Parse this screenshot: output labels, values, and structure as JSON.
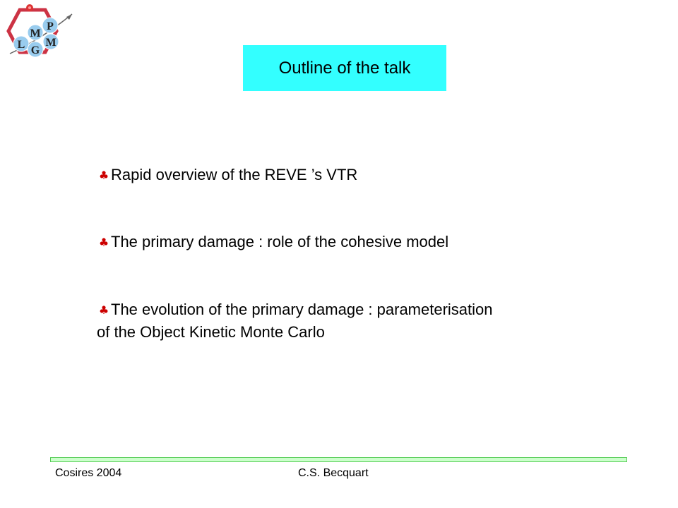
{
  "logo": {
    "letters": [
      "P",
      "M",
      "M",
      "L",
      "G"
    ],
    "icon": "lmgpm-logo"
  },
  "title": "Outline of the talk",
  "bullets": [
    {
      "glyph": "♣",
      "lines": [
        "Rapid overview of the REVE ’s VTR"
      ]
    },
    {
      "glyph": "♣",
      "lines": [
        "The primary damage : role of the cohesive model"
      ]
    },
    {
      "glyph": "♣",
      "lines": [
        "The evolution of the primary damage : parameterisation",
        "of the Object Kinetic Monte Carlo"
      ]
    }
  ],
  "footer": {
    "left": "Cosires 2004",
    "right": "C.S. Becquart"
  },
  "colors": {
    "title_background": "#33ffff",
    "bullet_glyph": "#cc0000",
    "footer_bar": "#ccffcc",
    "logo_hexagon": "#cc3344",
    "logo_circle": "#99ccee"
  }
}
